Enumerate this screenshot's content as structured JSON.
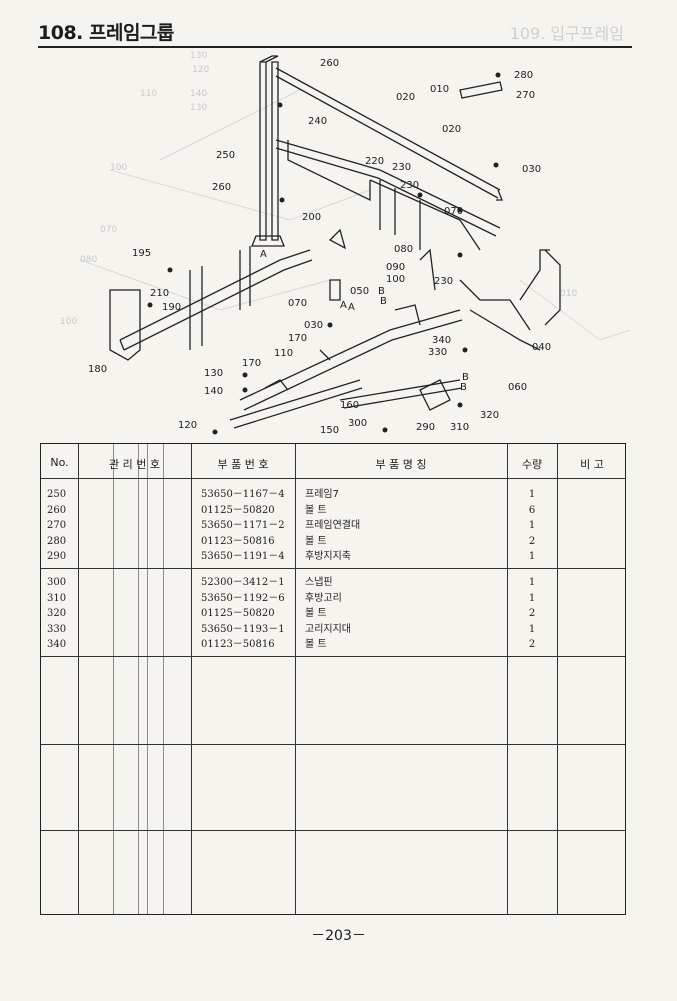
{
  "header": {
    "title": "108. 프레임그룹",
    "ghost_title": "109. 입구프레임"
  },
  "diagram": {
    "callouts": [
      "260",
      "280",
      "270",
      "020",
      "010",
      "240",
      "020",
      "250",
      "220",
      "230",
      "030",
      "260",
      "230",
      "070",
      "200",
      "080",
      "195",
      "090",
      "100",
      "230",
      "210",
      "070",
      "050",
      "190",
      "B",
      "340",
      "040",
      "180",
      "030",
      "170",
      "A",
      "330",
      "170",
      "110",
      "B",
      "060",
      "130",
      "140",
      "160",
      "320",
      "120",
      "150",
      "300",
      "290",
      "310"
    ],
    "letters": [
      "A",
      "A",
      "B",
      "B"
    ],
    "ghost_labels": [
      "130",
      "120",
      "140",
      "110",
      "130",
      "100",
      "070",
      "080",
      "100",
      "010"
    ]
  },
  "table": {
    "headers": {
      "no": "No.",
      "mgmt": "관 리 번 호",
      "part_no": "부 품 번 호",
      "name": "부 품 명 칭",
      "qty": "수량",
      "remarks": "비 고"
    },
    "groups": [
      {
        "rows": [
          {
            "no": "250",
            "part_no": "53650－1167－4",
            "name": "프레임7",
            "qty": "1"
          },
          {
            "no": "260",
            "part_no": "01125－50820",
            "name": "볼 트",
            "qty": "6"
          },
          {
            "no": "270",
            "part_no": "53650－1171－2",
            "name": "프레임연결대",
            "qty": "1"
          },
          {
            "no": "280",
            "part_no": "01123－50816",
            "name": "볼 트",
            "qty": "2"
          },
          {
            "no": "290",
            "part_no": "53650－1191－4",
            "name": "후방지지축",
            "qty": "1"
          }
        ]
      },
      {
        "rows": [
          {
            "no": "300",
            "part_no": "52300－3412－1",
            "name": "스냅핀",
            "qty": "1"
          },
          {
            "no": "310",
            "part_no": "53650－1192－6",
            "name": "후방고리",
            "qty": "1"
          },
          {
            "no": "320",
            "part_no": "01125－50820",
            "name": "볼 트",
            "qty": "2"
          },
          {
            "no": "330",
            "part_no": "53650－1193－1",
            "name": "고리지지대",
            "qty": "1"
          },
          {
            "no": "340",
            "part_no": "01123－50816",
            "name": "볼 트",
            "qty": "2"
          }
        ]
      }
    ]
  },
  "footer": {
    "page_number": "－203－"
  }
}
